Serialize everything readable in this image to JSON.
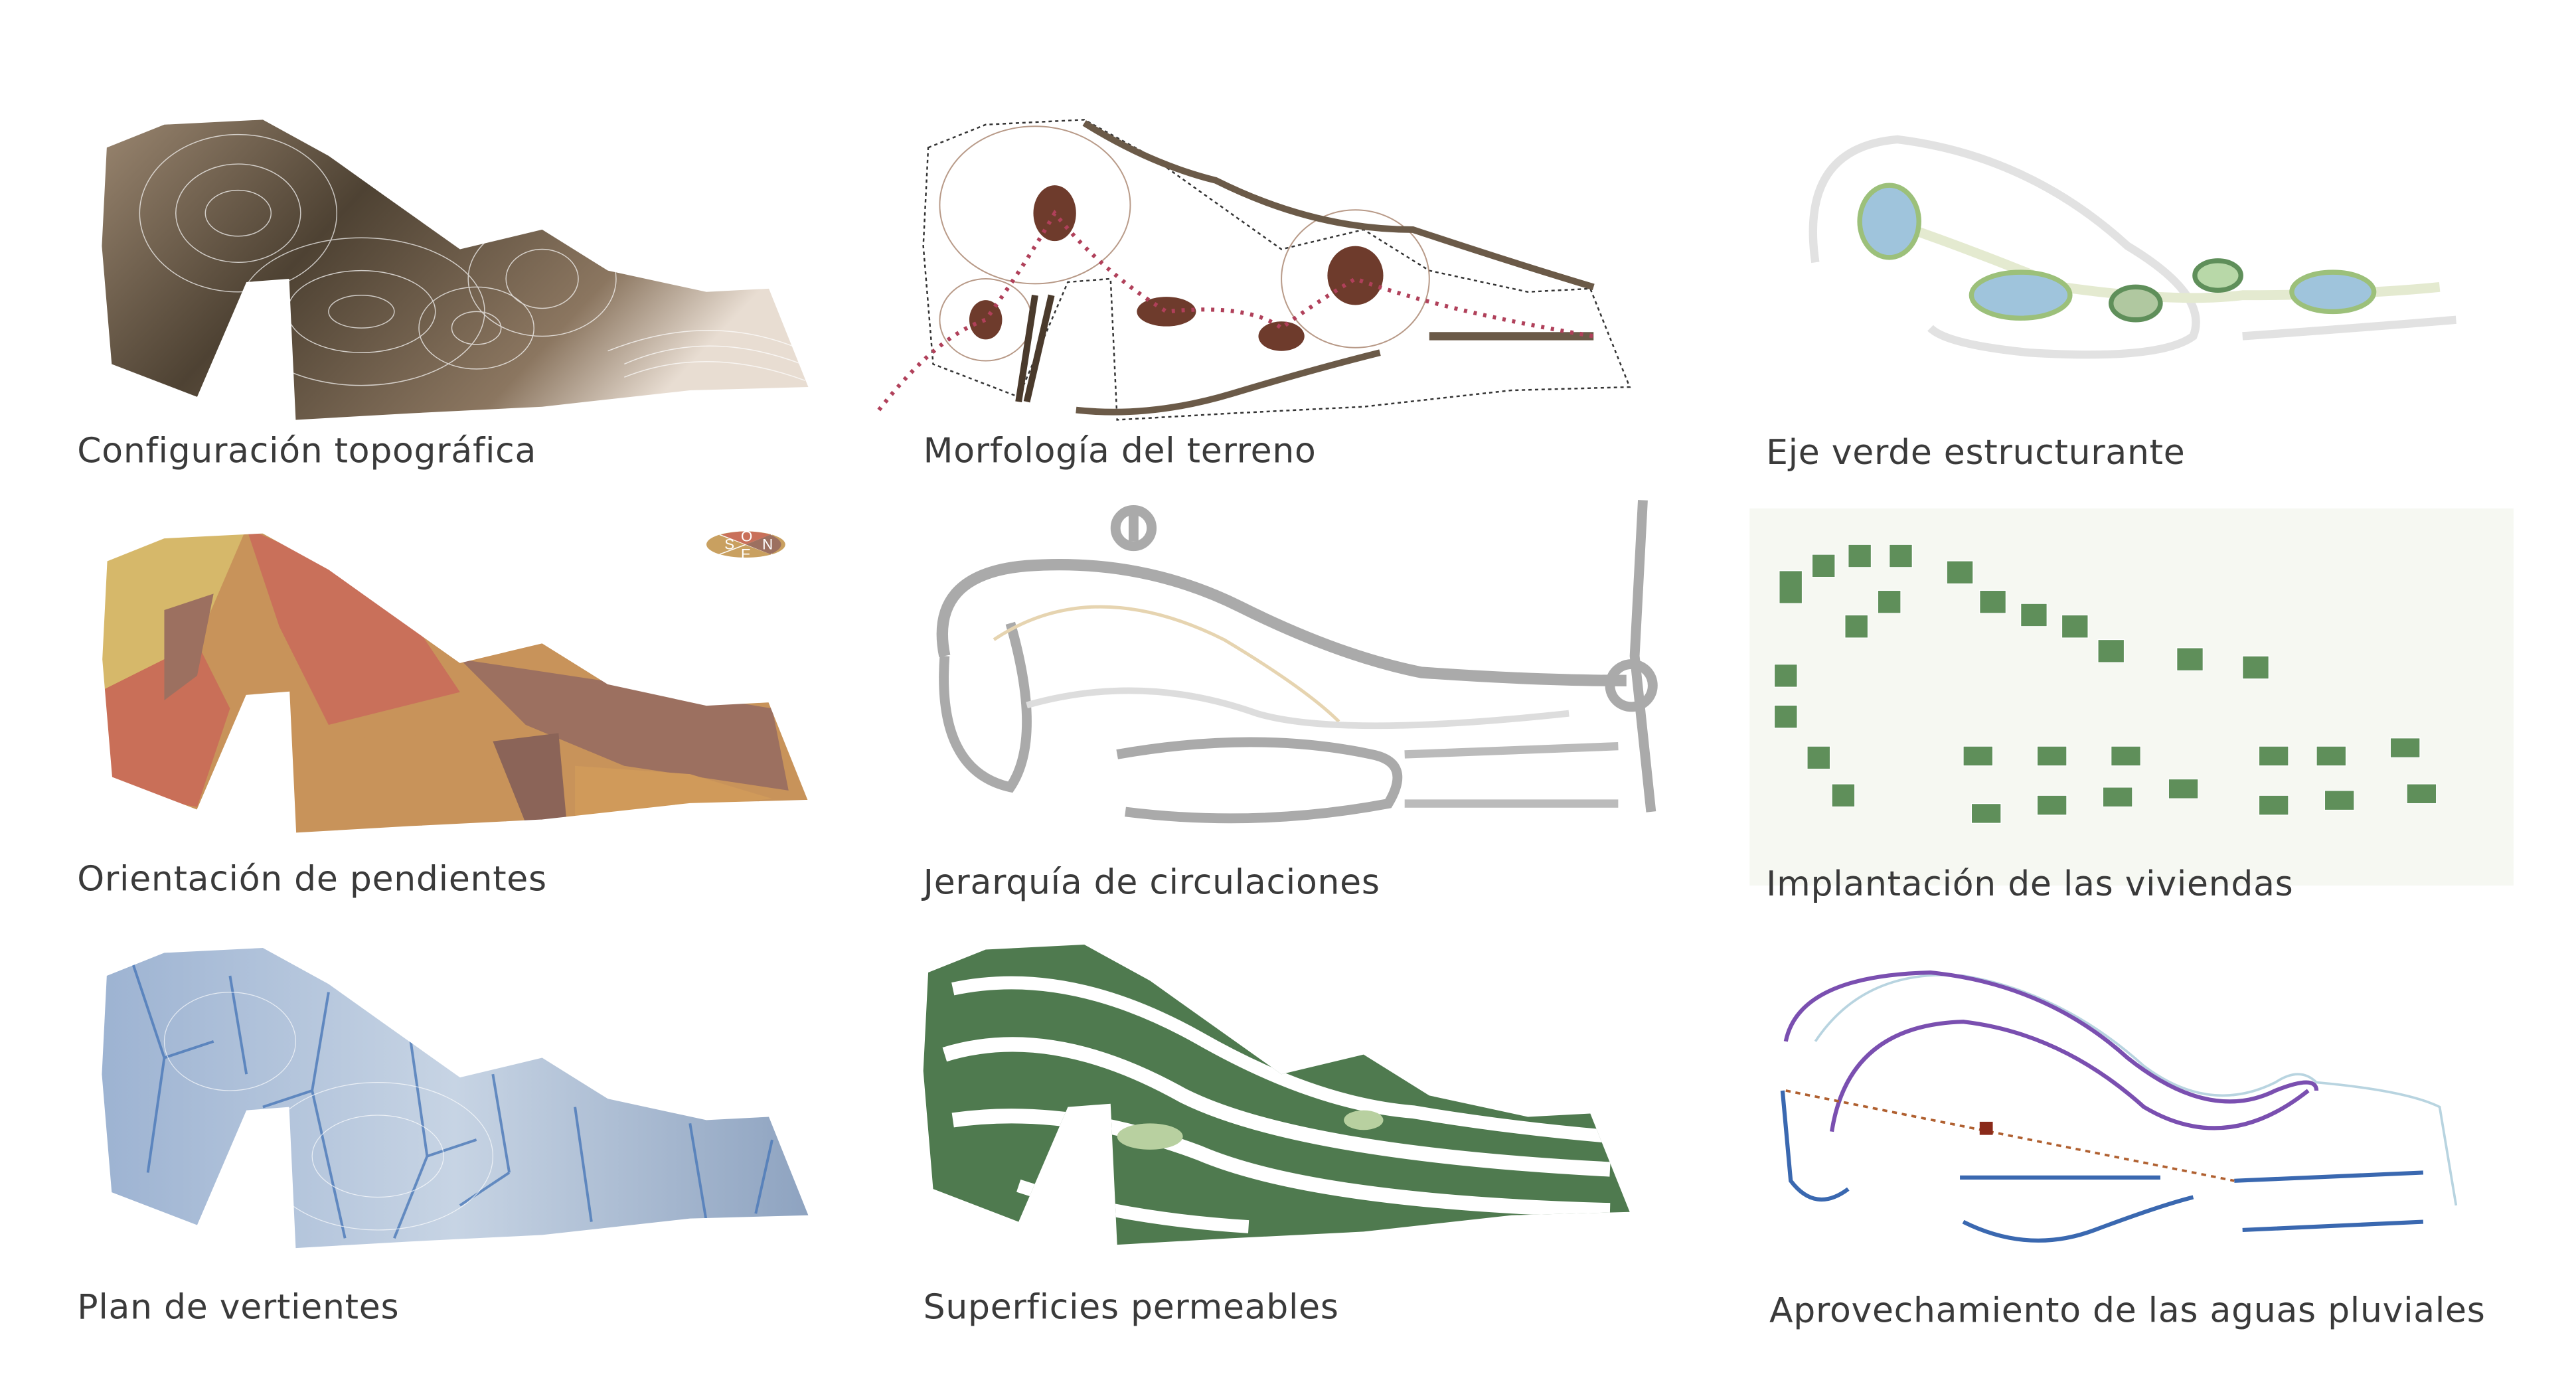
{
  "panels": [
    {
      "caption": "Configuración topográfica",
      "color": "#6b5a48"
    },
    {
      "caption": "Morfología del terreno",
      "color": "#6b4a3a"
    },
    {
      "caption": "Eje verde estructurante",
      "color": "#9cc07a"
    },
    {
      "caption": "Orientación de pendientes",
      "color": "#c87a58"
    },
    {
      "caption": "Jerarquía de circulaciones",
      "color": "#a8a8a8"
    },
    {
      "caption": "Implantación de las viviendas",
      "color": "#5f8f5a"
    },
    {
      "caption": "Plan de vertientes",
      "color": "#7f9cc0"
    },
    {
      "caption": "Superficies permeables",
      "color": "#4f7a4f"
    },
    {
      "caption": "Aprovechamiento de las aguas pluviales",
      "color": "#7a4fb0"
    }
  ],
  "compass": {
    "north": "N",
    "south": "S",
    "east": "E",
    "west": "O"
  }
}
